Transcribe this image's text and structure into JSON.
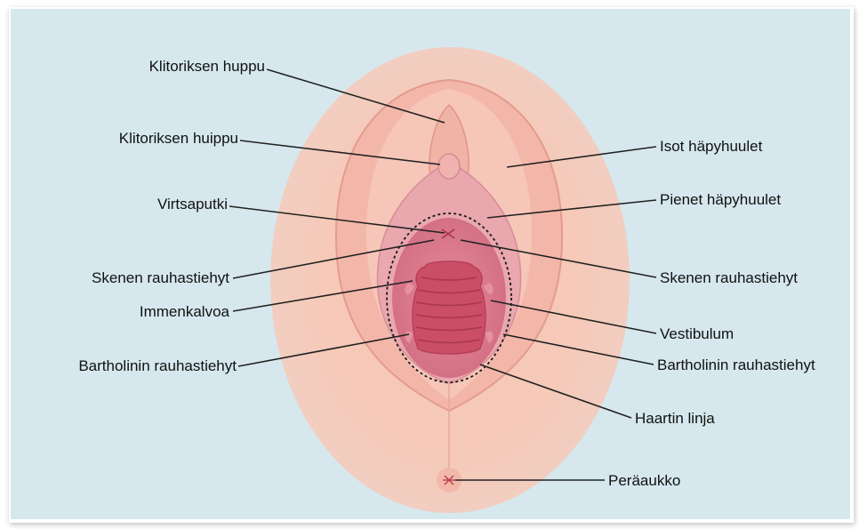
{
  "colors": {
    "background": "#d6e8ee",
    "outer_glow": "#f6c9b8",
    "labia_majora": "#f2bfb2",
    "labia_minora": "#e9a6ad",
    "vestibule": "#d9788a",
    "vaginal_opening": "#c84d65",
    "leader_line": "#222222"
  },
  "labels": {
    "klitoriksen_huppu": "Klitoriksen huppu",
    "klitoriksen_huippu": "Klitoriksen huippu",
    "virtsaputki": "Virtsaputki",
    "skenen_left": "Skenen rauhastiehyt",
    "immenkalvoa": "Immenkalvoa",
    "bartholinin_left": "Bartholinin rauhastiehyt",
    "isot_hapyhuulet": "Isot häpyhuulet",
    "pienet_hapyhuulet": "Pienet häpyhuulet",
    "skenen_right": "Skenen rauhastiehyt",
    "vestibulum": "Vestibulum",
    "bartholinin_right": "Bartholinin rauhastiehyt",
    "haartin_linja": "Haartin linja",
    "peraaukko": "Peräaukko"
  }
}
